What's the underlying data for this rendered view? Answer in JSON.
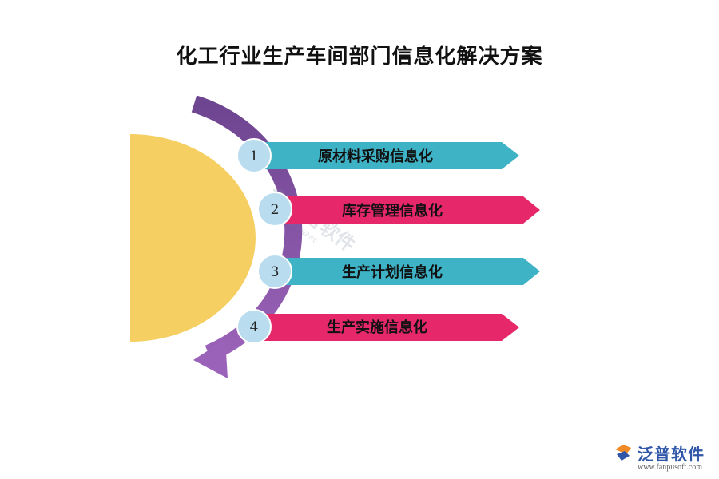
{
  "title": "化工行业生产车间部门信息化解决方案",
  "items": [
    {
      "number": "1",
      "label": "原材料采购信息化",
      "color": "#3fb3c6"
    },
    {
      "number": "2",
      "label": "库存管理信息化",
      "color": "#e6286b"
    },
    {
      "number": "3",
      "label": "生产计划信息化",
      "color": "#3fb3c6"
    },
    {
      "number": "4",
      "label": "生产实施信息化",
      "color": "#e6286b"
    }
  ],
  "colors": {
    "half_circle": "#f5cf62",
    "arc": "#8b5bab",
    "number_circle": "#b9dcef",
    "number_circle_border": "#ffffff"
  },
  "watermark": {
    "text": "泛普软件",
    "subtext": "SOFTWARE"
  },
  "brand": {
    "name": "泛普软件",
    "url": "www.fanpusoft.com",
    "logo_icon": "fanpu-logo-icon"
  }
}
